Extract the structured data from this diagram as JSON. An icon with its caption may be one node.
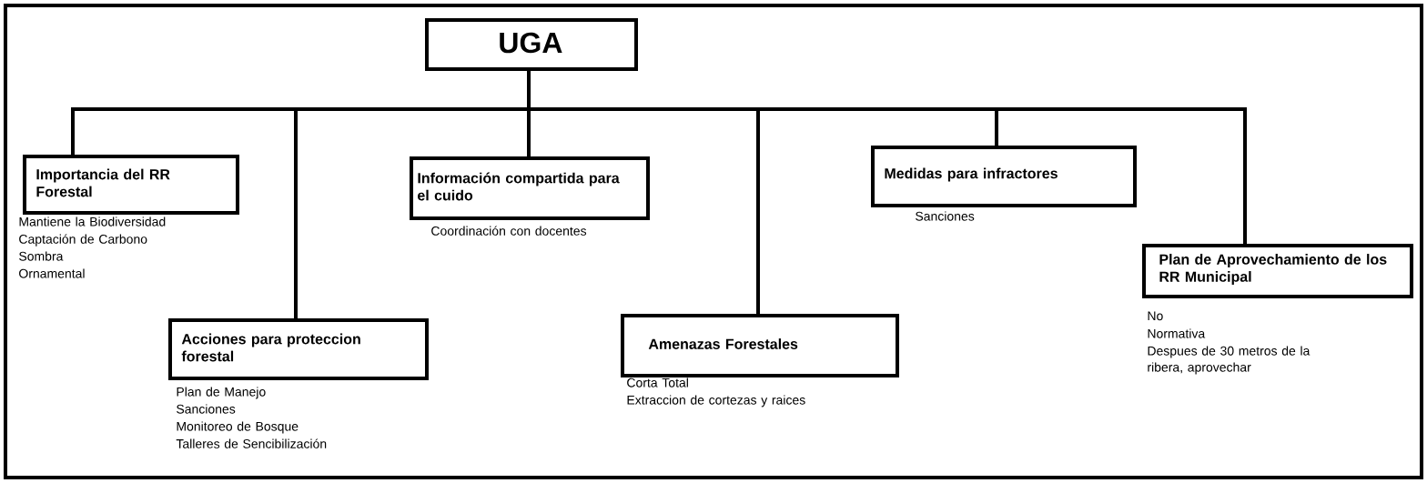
{
  "diagram": {
    "nodes": [
      {
        "text": [
          "UGA"
        ]
      },
      {
        "text": [
          "Importancia del RR Forestal"
        ],
        "beside": [
          "Mantiene la Biodiversidad",
          "Captación de Carbono",
          "Sombra",
          "Ornamental"
        ]
      },
      {
        "text": [
          "Acciones para proteccion forestal"
        ],
        "beside": [
          "Plan de Manejo",
          "Sanciones",
          "Monitoreo de Bosque",
          "Talleres de Sencibilización"
        ]
      },
      {
        "text": [
          "Información compartida para el cuido"
        ],
        "beside": [
          "Coordinación con docentes"
        ]
      },
      {
        "text": [
          "Amenazas Forestales"
        ],
        "beside": [
          "Corta Total",
          "Extraccion de cortezas y raices"
        ]
      },
      {
        "text": [
          "Medidas para infractores"
        ],
        "beside": [
          "Sanciones"
        ]
      },
      {
        "text": [
          "Plan de Aprovechamiento de los RR Municipal"
        ],
        "beside": [
          "No",
          "Normativa",
          "Despues de 30 metros de la ribera, aprovechar"
        ]
      }
    ],
    "edges": [
      {
        "from": 0,
        "to": 1,
        "arrow": "none"
      },
      {
        "from": 0,
        "to": 2,
        "arrow": "none"
      },
      {
        "from": 0,
        "to": 3,
        "arrow": "none"
      },
      {
        "from": 0,
        "to": 4,
        "arrow": "none"
      },
      {
        "from": 0,
        "to": 5,
        "arrow": "none"
      },
      {
        "from": 0,
        "to": 6,
        "arrow": "none"
      }
    ]
  }
}
